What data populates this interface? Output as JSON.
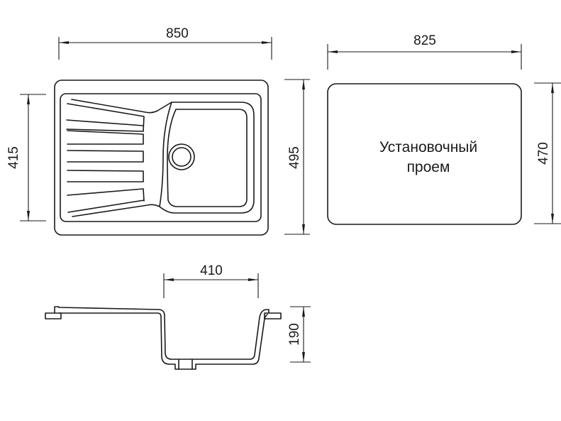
{
  "drawing": {
    "colors": {
      "line": "#1a1a1a",
      "background": "#ffffff"
    },
    "top_view": {
      "width_dim": "850",
      "height_dim": "415",
      "outer_height_dim": "495"
    },
    "cutout": {
      "width_dim": "825",
      "height_dim": "470",
      "label_line1": "Установочный",
      "label_line2": "проем"
    },
    "side_view": {
      "bowl_width_dim": "410",
      "depth_dim": "190"
    }
  }
}
